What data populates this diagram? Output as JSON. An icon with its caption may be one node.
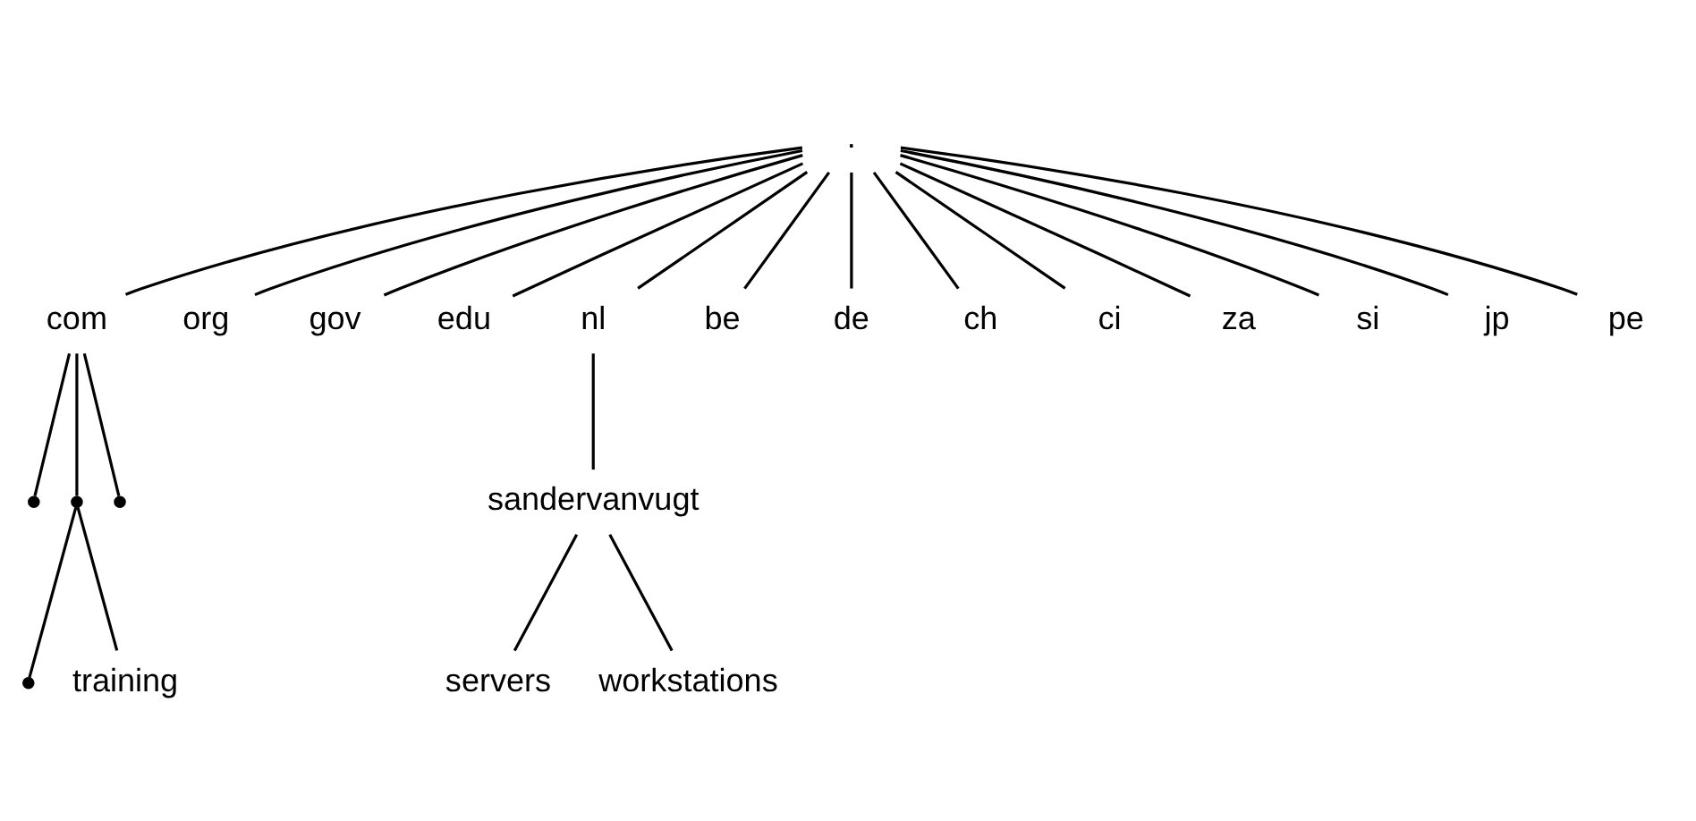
{
  "diagram": {
    "nodes": [
      {
        "text": [
          "."
        ]
      },
      {
        "text": [
          "com"
        ]
      },
      {
        "text": [
          "org"
        ]
      },
      {
        "text": [
          "gov"
        ]
      },
      {
        "text": [
          "edu"
        ]
      },
      {
        "text": [
          "nl"
        ]
      },
      {
        "text": [
          "be"
        ]
      },
      {
        "text": [
          "de"
        ]
      },
      {
        "text": [
          "ch"
        ]
      },
      {
        "text": [
          "ci"
        ]
      },
      {
        "text": [
          "za"
        ]
      },
      {
        "text": [
          "si"
        ]
      },
      {
        "text": [
          "jp"
        ]
      },
      {
        "text": [
          "pe"
        ]
      },
      {
        "text": [],
        "shape": "point"
      },
      {
        "text": [],
        "shape": "point"
      },
      {
        "text": [],
        "shape": "point"
      },
      {
        "text": [
          "sandervanvugt"
        ]
      },
      {
        "text": [],
        "shape": "point"
      },
      {
        "text": [
          "training"
        ]
      },
      {
        "text": [
          "servers"
        ]
      },
      {
        "text": [
          "workstations"
        ]
      }
    ],
    "edges": [
      {
        "from": 0,
        "to": 1,
        "arrow": "none"
      },
      {
        "from": 0,
        "to": 2,
        "arrow": "none"
      },
      {
        "from": 0,
        "to": 3,
        "arrow": "none"
      },
      {
        "from": 0,
        "to": 4,
        "arrow": "none"
      },
      {
        "from": 0,
        "to": 5,
        "arrow": "none"
      },
      {
        "from": 0,
        "to": 6,
        "arrow": "none"
      },
      {
        "from": 0,
        "to": 7,
        "arrow": "none"
      },
      {
        "from": 0,
        "to": 8,
        "arrow": "none"
      },
      {
        "from": 0,
        "to": 9,
        "arrow": "none"
      },
      {
        "from": 0,
        "to": 10,
        "arrow": "none"
      },
      {
        "from": 0,
        "to": 11,
        "arrow": "none"
      },
      {
        "from": 0,
        "to": 12,
        "arrow": "none"
      },
      {
        "from": 0,
        "to": 13,
        "arrow": "none"
      },
      {
        "from": 1,
        "to": 14,
        "arrow": "none"
      },
      {
        "from": 1,
        "to": 15,
        "arrow": "none"
      },
      {
        "from": 1,
        "to": 16,
        "arrow": "none"
      },
      {
        "from": 5,
        "to": 17,
        "arrow": "none"
      },
      {
        "from": 15,
        "to": 18,
        "arrow": "none"
      },
      {
        "from": 15,
        "to": 19,
        "arrow": "none"
      },
      {
        "from": 17,
        "to": 20,
        "arrow": "none"
      },
      {
        "from": 17,
        "to": 21,
        "arrow": "none"
      }
    ]
  }
}
